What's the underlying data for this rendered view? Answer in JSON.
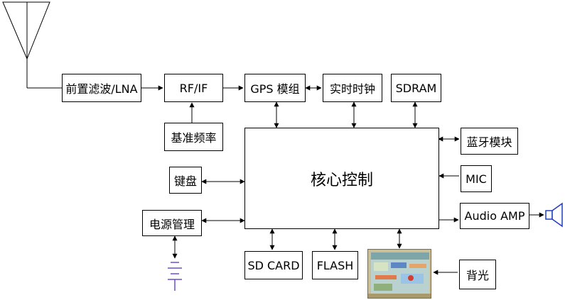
{
  "blocks": {
    "front_filter_lna": "前置滤波/LNA",
    "rf_if": "RF/IF",
    "gps_module": "GPS 模组",
    "realtime_clock": "实时时钟",
    "sdram": "SDRAM",
    "reference_freq": "基准频率",
    "bluetooth_module": "蓝牙模块",
    "keyboard": "键盘",
    "core_control": "核心控制",
    "mic": "MIC",
    "power_management": "电源管理",
    "audio_amp": "Audio AMP",
    "sd_card": "SD CARD",
    "flash": "FLASH",
    "backlight": "背光"
  },
  "colors": {
    "line": "#000000",
    "battery": "#6a4fd1",
    "speaker": "#1f3fbf"
  }
}
